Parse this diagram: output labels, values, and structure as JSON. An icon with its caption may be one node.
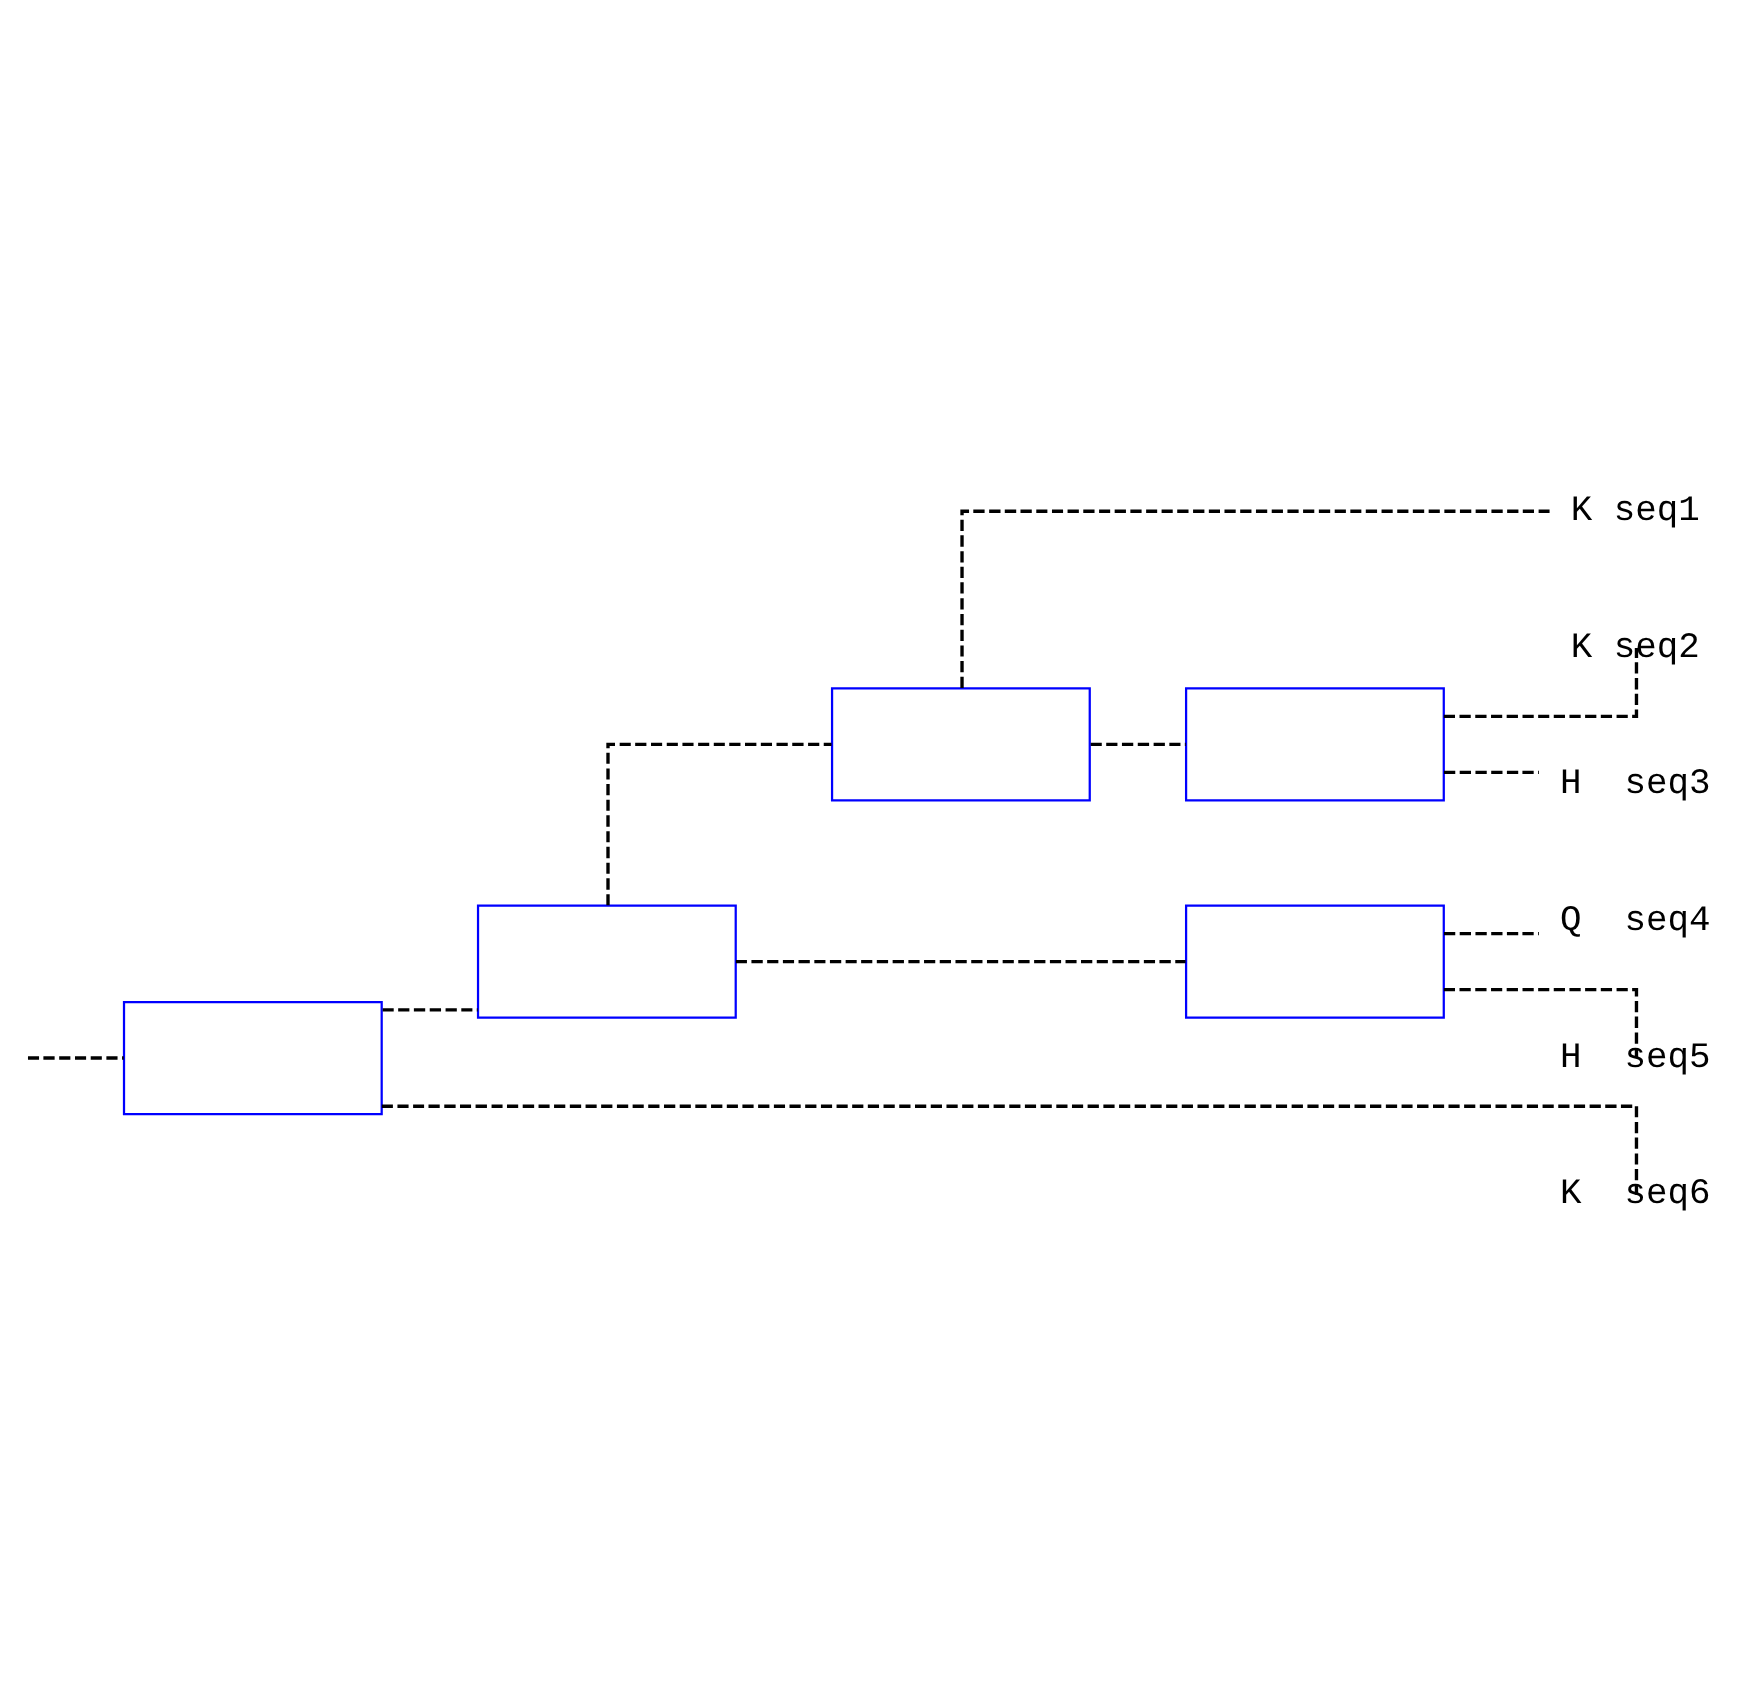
{
  "diagram": {
    "nodes": [
      {
        "text": [
          "K seq1"
        ]
      },
      {
        "text": [],
        "shape": "box"
      },
      {
        "text": [
          "K seq2"
        ]
      },
      {
        "text": [],
        "shape": "box"
      },
      {
        "text": [
          "H  seq3"
        ]
      },
      {
        "text": [],
        "shape": "box"
      },
      {
        "text": [
          "Q  seq4"
        ]
      },
      {
        "text": [],
        "shape": "box"
      },
      {
        "text": [
          "H  seq5"
        ]
      },
      {
        "text": [],
        "shape": "box"
      },
      {
        "text": [
          "K  seq6"
        ]
      }
    ],
    "edges": [
      {
        "from": 1,
        "to": 0,
        "arrow": "none",
        "style": "dashed"
      },
      {
        "from": 1,
        "to": 3,
        "arrow": "none",
        "style": "dashed"
      },
      {
        "from": 3,
        "to": 2,
        "arrow": "none",
        "style": "dashed"
      },
      {
        "from": 3,
        "to": 4,
        "arrow": "none",
        "style": "dashed"
      },
      {
        "from": 5,
        "to": 1,
        "arrow": "none",
        "style": "dashed"
      },
      {
        "from": 5,
        "to": 7,
        "arrow": "none",
        "style": "dashed"
      },
      {
        "from": 7,
        "to": 6,
        "arrow": "none",
        "style": "dashed"
      },
      {
        "from": 7,
        "to": 8,
        "arrow": "none",
        "style": "dashed"
      },
      {
        "from": 9,
        "to": 5,
        "arrow": "none",
        "style": "dashed"
      },
      {
        "from": 9,
        "to": 10,
        "arrow": "none",
        "style": "dashed"
      },
      {
        "from": null,
        "to": 9,
        "arrow": "none",
        "style": "dashed"
      }
    ]
  }
}
